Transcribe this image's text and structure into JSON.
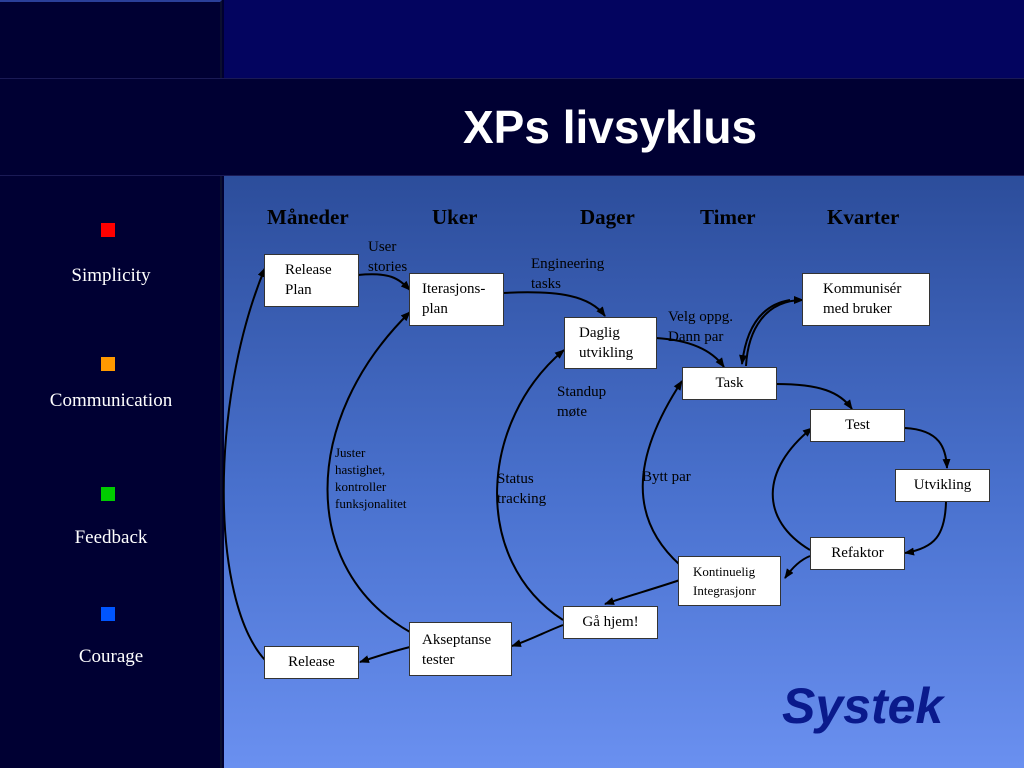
{
  "slide": {
    "title": "XPs livsyklus"
  },
  "values": [
    {
      "label": "Simplicity",
      "color": "#ff0000"
    },
    {
      "label": "Communication",
      "color": "#ff9900"
    },
    {
      "label": "Feedback",
      "color": "#00cc00"
    },
    {
      "label": "Courage",
      "color": "#0055ff"
    }
  ],
  "diagram": {
    "columns": [
      "Måneder",
      "Uker",
      "Dager",
      "Timer",
      "Kvarter"
    ],
    "boxes": {
      "release_plan": "Release\nPlan",
      "iteration_plan": "Iterasjons-\nplan",
      "daily_dev": "Daglig\nutvikling",
      "communicate": "Kommunisér\nmed bruker",
      "task": "Task",
      "test": "Test",
      "development": "Utvikling",
      "refactor": "Refaktor",
      "continuous_integration": "Kontinuelig\nIntegrasjonr",
      "go_home": "Gå hjem!",
      "acceptance_tests": "Akseptanse\ntester",
      "release": "Release"
    },
    "labels": {
      "user_stories": "User\nstories",
      "engineering_tasks": "Engineering\ntasks",
      "pick_task": "Velg oppg.\nDann par",
      "standup": "Standup\nmøte",
      "adjust": "Juster\nhastighet,\nkontroller\nfunksjonalitet",
      "status_tracking": "Status\ntracking",
      "switch_pair": "Bytt par"
    }
  },
  "logo": {
    "text": "Systek",
    "color": "#0a1a8c"
  }
}
